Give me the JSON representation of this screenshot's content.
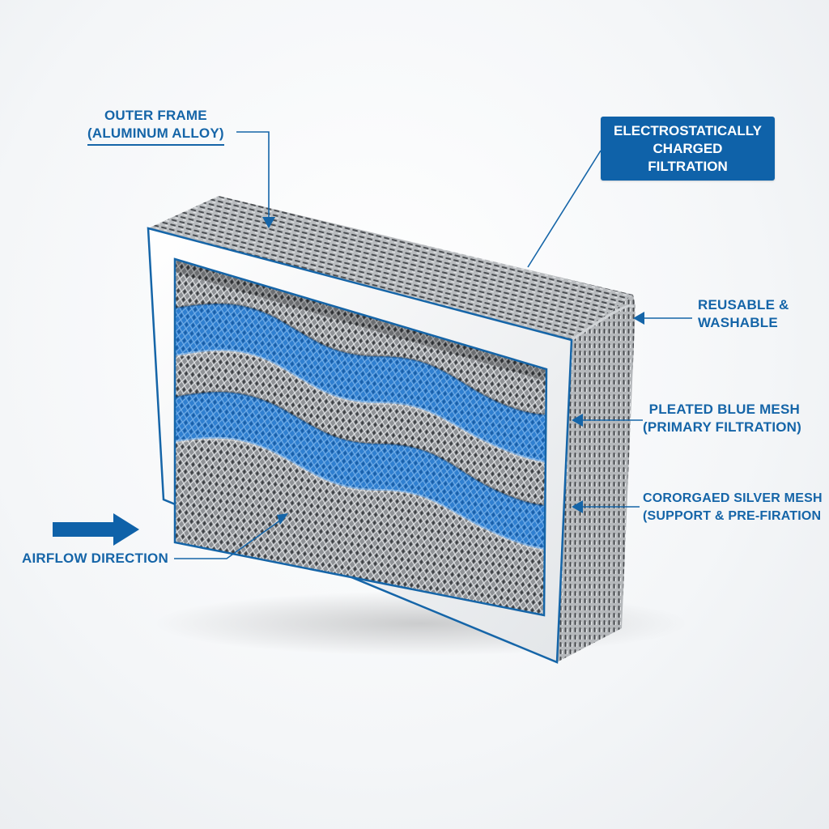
{
  "diagram": {
    "subject": "Washable electrostatic air filter cutaway",
    "accent_color": "#1565a8",
    "frame_color": "#f3f5f7",
    "blue_mesh_color": "#2f7fd0",
    "silver_mesh_color": "#9a9c9f"
  },
  "labels": {
    "outer_frame": {
      "line1": "OUTER FRAME",
      "line2": "(ALUMINUM ALLOY)"
    },
    "electrostatic": {
      "line1": "ELECTROSTATICALLY",
      "line2": "CHARGED",
      "line3": "FILTRATION"
    },
    "reusable": {
      "line1": "REUSABLE &",
      "line2": "WASHABLE"
    },
    "pleated": {
      "line1": "PLEATED BLUE MESH",
      "line2": "(PRIMARY FILTRATION)"
    },
    "corrugated": {
      "line1": "CORORGAED SILVER MESH",
      "line2": "(SUPPORT & PRE-FIRATION"
    },
    "airflow": {
      "text": "AIRFLOW DIRECTION",
      "arrow_icon": "right-arrow-icon"
    }
  }
}
